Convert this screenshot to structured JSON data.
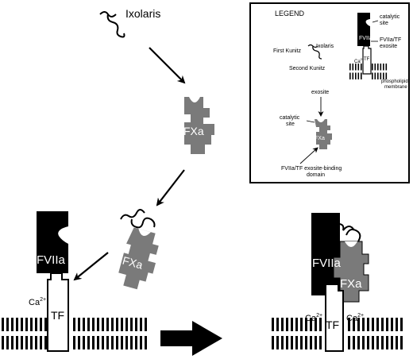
{
  "labels": {
    "ixolaris": "Ixolaris",
    "fxa": "FXa",
    "fviia": "FVIIa",
    "tf": "TF",
    "ca": "Ca",
    "ca_sup": "2+"
  },
  "legend": {
    "title": "LEGEND",
    "catalytic_site_1": "catalytic",
    "catalytic_site_2": "site",
    "fviia_tf_exosite_1": "FVIIa/TF",
    "fviia_tf_exosite_2": "exosite",
    "phospholipid_1": "phospholipid",
    "phospholipid_2": "membrane",
    "ixolaris": "Ixolaris",
    "first_kunitz": "First Kunitz",
    "second_kunitz": "Second Kunitz",
    "exosite": "exosite",
    "fxa_catalytic_1": "catalytic",
    "fxa_catalytic_2": "site",
    "fxa_exosite_binding_1": "FVIIa/TF exosite-binding",
    "fxa_exosite_binding_2": "domain",
    "fviia": "FVIIa",
    "tf": "TF",
    "fxa": "FXa",
    "ca": "Ca",
    "ca_sup": "2+"
  },
  "colors": {
    "fviia": "#000000",
    "fxa": "#7a7a7a",
    "tf": "#ffffff",
    "membrane": "#000000",
    "text_on_dark": "#ffffff"
  }
}
